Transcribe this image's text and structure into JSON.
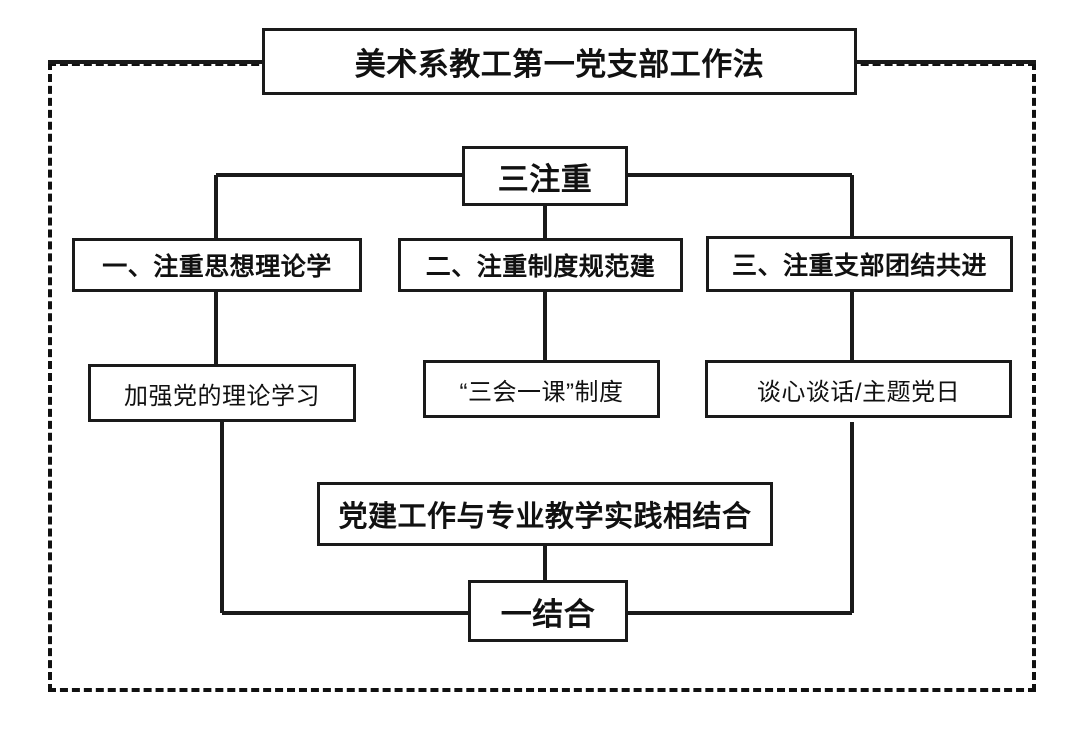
{
  "diagram": {
    "title": "美术系教工第一党支部工作法",
    "frame": {
      "style": "dashed-border"
    },
    "hub_top": "三注重",
    "hub_bottom": "一结合",
    "pillars": [
      {
        "label": "一、注重思想理论学"
      },
      {
        "label": "二、注重制度规范建"
      },
      {
        "label": "三、注重支部团结共进"
      }
    ],
    "practices": [
      {
        "label": "加强党的理论学习"
      },
      {
        "label": "“三会一课”制度"
      },
      {
        "label": "谈心谈话/主题党日"
      }
    ],
    "integration": "党建工作与专业教学实践相结合",
    "colors": {
      "stroke": "#1a1a1a",
      "background": "#ffffff",
      "text": "#111111"
    }
  }
}
